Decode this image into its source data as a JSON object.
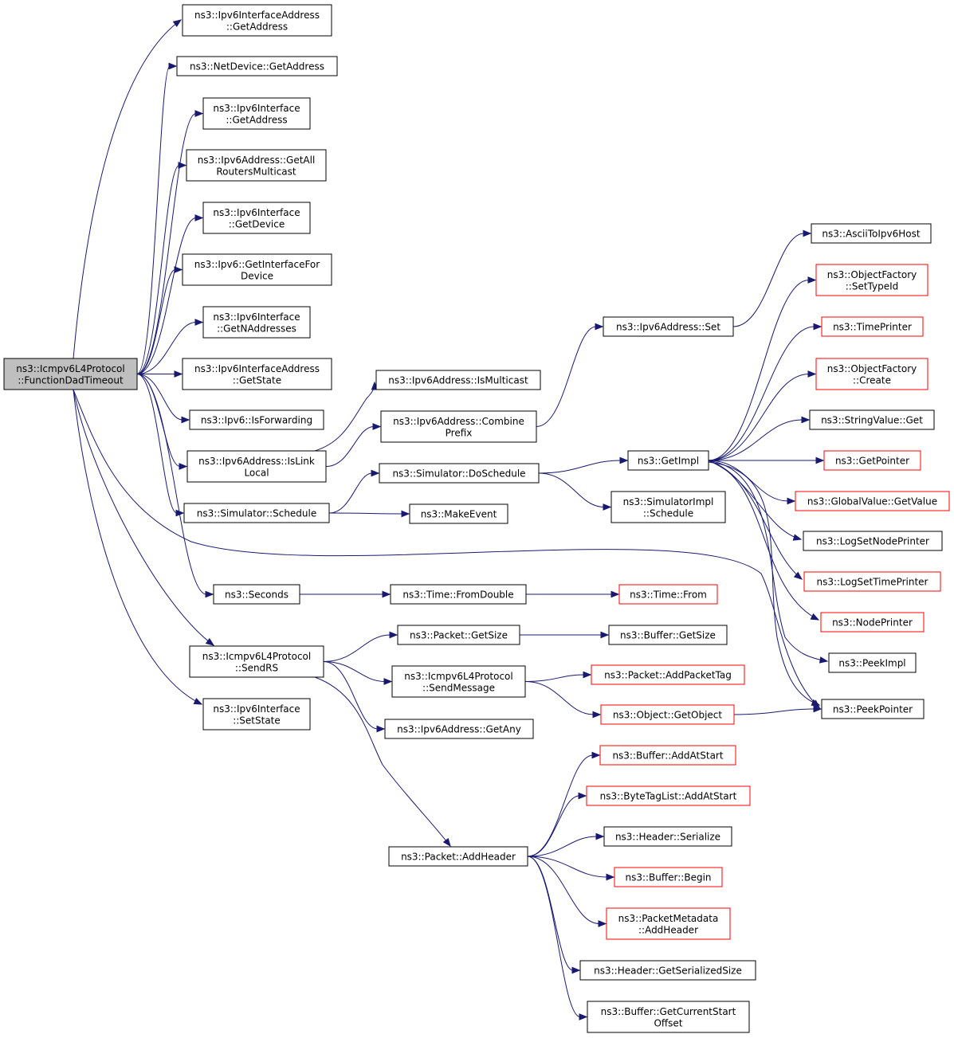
{
  "colors": {
    "edge": "#191970",
    "border_default": "#000000",
    "border_truncated": "#ff0000",
    "root_fill": "#bfbfbf",
    "node_fill": "#ffffff"
  },
  "nodes": [
    {
      "id": "root",
      "lines": [
        "ns3::Icmpv6L4Protocol",
        "::FunctionDadTimeout"
      ],
      "style": "root"
    },
    {
      "id": "ipv6ifaddr_getaddress",
      "lines": [
        "ns3::Ipv6InterfaceAddress",
        "::GetAddress"
      ],
      "style": "normal"
    },
    {
      "id": "netdevice_getaddress",
      "lines": [
        "ns3::NetDevice::GetAddress"
      ],
      "style": "normal"
    },
    {
      "id": "ipv6if_getaddress",
      "lines": [
        "ns3::Ipv6Interface",
        "::GetAddress"
      ],
      "style": "normal"
    },
    {
      "id": "ipv6addr_getallrouters",
      "lines": [
        "ns3::Ipv6Address::GetAll",
        "RoutersMulticast"
      ],
      "style": "normal"
    },
    {
      "id": "ipv6if_getdevice",
      "lines": [
        "ns3::Ipv6Interface",
        "::GetDevice"
      ],
      "style": "normal"
    },
    {
      "id": "ipv6_getinterfacefordevice",
      "lines": [
        "ns3::Ipv6::GetInterfaceFor",
        "Device"
      ],
      "style": "normal"
    },
    {
      "id": "ipv6if_getnaddresses",
      "lines": [
        "ns3::Ipv6Interface",
        "::GetNAddresses"
      ],
      "style": "normal"
    },
    {
      "id": "ipv6ifaddr_getstate",
      "lines": [
        "ns3::Ipv6InterfaceAddress",
        "::GetState"
      ],
      "style": "normal"
    },
    {
      "id": "ipv6_isforwarding",
      "lines": [
        "ns3::Ipv6::IsForwarding"
      ],
      "style": "normal"
    },
    {
      "id": "ipv6addr_islinklocal",
      "lines": [
        "ns3::Ipv6Address::IsLink",
        "Local"
      ],
      "style": "normal"
    },
    {
      "id": "simulator_schedule",
      "lines": [
        "ns3::Simulator::Schedule"
      ],
      "style": "normal"
    },
    {
      "id": "seconds",
      "lines": [
        "ns3::Seconds"
      ],
      "style": "normal"
    },
    {
      "id": "sendrs",
      "lines": [
        "ns3::Icmpv6L4Protocol",
        "::SendRS"
      ],
      "style": "normal"
    },
    {
      "id": "ipv6if_setstate",
      "lines": [
        "ns3::Ipv6Interface",
        "::SetState"
      ],
      "style": "normal"
    },
    {
      "id": "ipv6addr_ismulticast",
      "lines": [
        "ns3::Ipv6Address::IsMulticast"
      ],
      "style": "normal"
    },
    {
      "id": "ipv6addr_combineprefix",
      "lines": [
        "ns3::Ipv6Address::Combine",
        "Prefix"
      ],
      "style": "normal"
    },
    {
      "id": "simulator_doschedule",
      "lines": [
        "ns3::Simulator::DoSchedule"
      ],
      "style": "normal"
    },
    {
      "id": "makeevent",
      "lines": [
        "ns3::MakeEvent"
      ],
      "style": "normal"
    },
    {
      "id": "time_fromdouble",
      "lines": [
        "ns3::Time::FromDouble"
      ],
      "style": "normal"
    },
    {
      "id": "packet_getsize",
      "lines": [
        "ns3::Packet::GetSize"
      ],
      "style": "normal"
    },
    {
      "id": "sendmessage",
      "lines": [
        "ns3::Icmpv6L4Protocol",
        "::SendMessage"
      ],
      "style": "normal"
    },
    {
      "id": "ipv6addr_getany",
      "lines": [
        "ns3::Ipv6Address::GetAny"
      ],
      "style": "normal"
    },
    {
      "id": "packet_addheader",
      "lines": [
        "ns3::Packet::AddHeader"
      ],
      "style": "normal"
    },
    {
      "id": "ipv6addr_set",
      "lines": [
        "ns3::Ipv6Address::Set"
      ],
      "style": "normal"
    },
    {
      "id": "getimpl",
      "lines": [
        "ns3::GetImpl"
      ],
      "style": "normal"
    },
    {
      "id": "simimpl_schedule",
      "lines": [
        "ns3::SimulatorImpl",
        "::Schedule"
      ],
      "style": "normal"
    },
    {
      "id": "time_from",
      "lines": [
        "ns3::Time::From"
      ],
      "style": "truncated"
    },
    {
      "id": "buffer_getsize",
      "lines": [
        "ns3::Buffer::GetSize"
      ],
      "style": "normal"
    },
    {
      "id": "packet_addpackettag",
      "lines": [
        "ns3::Packet::AddPacketTag"
      ],
      "style": "truncated"
    },
    {
      "id": "object_getobject",
      "lines": [
        "ns3::Object::GetObject"
      ],
      "style": "truncated"
    },
    {
      "id": "buffer_addatstart",
      "lines": [
        "ns3::Buffer::AddAtStart"
      ],
      "style": "truncated"
    },
    {
      "id": "bytetaglist_addatstart",
      "lines": [
        "ns3::ByteTagList::AddAtStart"
      ],
      "style": "truncated"
    },
    {
      "id": "header_serialize",
      "lines": [
        "ns3::Header::Serialize"
      ],
      "style": "normal"
    },
    {
      "id": "buffer_begin",
      "lines": [
        "ns3::Buffer::Begin"
      ],
      "style": "truncated"
    },
    {
      "id": "packetmetadata_addheader",
      "lines": [
        "ns3::PacketMetadata",
        "::AddHeader"
      ],
      "style": "truncated"
    },
    {
      "id": "header_getserializedsize",
      "lines": [
        "ns3::Header::GetSerializedSize"
      ],
      "style": "normal"
    },
    {
      "id": "buffer_getcurrentstartoffset",
      "lines": [
        "ns3::Buffer::GetCurrentStart",
        "Offset"
      ],
      "style": "normal"
    },
    {
      "id": "asciitoipv6host",
      "lines": [
        "ns3::AsciiToIpv6Host"
      ],
      "style": "normal"
    },
    {
      "id": "objectfactory_settypeid",
      "lines": [
        "ns3::ObjectFactory",
        "::SetTypeId"
      ],
      "style": "truncated"
    },
    {
      "id": "timeprinter",
      "lines": [
        "ns3::TimePrinter"
      ],
      "style": "truncated"
    },
    {
      "id": "objectfactory_create",
      "lines": [
        "ns3::ObjectFactory",
        "::Create"
      ],
      "style": "truncated"
    },
    {
      "id": "stringvalue_get",
      "lines": [
        "ns3::StringValue::Get"
      ],
      "style": "normal"
    },
    {
      "id": "getpointer",
      "lines": [
        "ns3::GetPointer"
      ],
      "style": "truncated"
    },
    {
      "id": "globalvalue_getvalue",
      "lines": [
        "ns3::GlobalValue::GetValue"
      ],
      "style": "truncated"
    },
    {
      "id": "logsetnodeprinter",
      "lines": [
        "ns3::LogSetNodePrinter"
      ],
      "style": "normal"
    },
    {
      "id": "logsettimeprinter",
      "lines": [
        "ns3::LogSetTimePrinter"
      ],
      "style": "truncated"
    },
    {
      "id": "nodeprinter",
      "lines": [
        "ns3::NodePrinter"
      ],
      "style": "truncated"
    },
    {
      "id": "peekimpl",
      "lines": [
        "ns3::PeekImpl"
      ],
      "style": "normal"
    },
    {
      "id": "peekpointer",
      "lines": [
        "ns3::PeekPointer"
      ],
      "style": "normal"
    }
  ],
  "edges": [
    {
      "from": "root",
      "to": "ipv6ifaddr_getaddress"
    },
    {
      "from": "root",
      "to": "netdevice_getaddress"
    },
    {
      "from": "root",
      "to": "ipv6if_getaddress"
    },
    {
      "from": "root",
      "to": "ipv6addr_getallrouters"
    },
    {
      "from": "root",
      "to": "ipv6if_getdevice"
    },
    {
      "from": "root",
      "to": "ipv6_getinterfacefordevice"
    },
    {
      "from": "root",
      "to": "ipv6if_getnaddresses"
    },
    {
      "from": "root",
      "to": "ipv6ifaddr_getstate"
    },
    {
      "from": "root",
      "to": "ipv6_isforwarding"
    },
    {
      "from": "root",
      "to": "ipv6addr_islinklocal"
    },
    {
      "from": "root",
      "to": "simulator_schedule"
    },
    {
      "from": "root",
      "to": "peekpointer"
    },
    {
      "from": "root",
      "to": "seconds"
    },
    {
      "from": "root",
      "to": "sendrs"
    },
    {
      "from": "root",
      "to": "ipv6if_setstate"
    },
    {
      "from": "ipv6addr_islinklocal",
      "to": "ipv6addr_ismulticast"
    },
    {
      "from": "ipv6addr_islinklocal",
      "to": "ipv6addr_combineprefix"
    },
    {
      "from": "ipv6addr_combineprefix",
      "to": "ipv6addr_set"
    },
    {
      "from": "ipv6addr_set",
      "to": "asciitoipv6host"
    },
    {
      "from": "simulator_schedule",
      "to": "simulator_doschedule"
    },
    {
      "from": "simulator_schedule",
      "to": "makeevent"
    },
    {
      "from": "simulator_doschedule",
      "to": "getimpl"
    },
    {
      "from": "simulator_doschedule",
      "to": "simimpl_schedule"
    },
    {
      "from": "getimpl",
      "to": "objectfactory_settypeid"
    },
    {
      "from": "getimpl",
      "to": "timeprinter"
    },
    {
      "from": "getimpl",
      "to": "objectfactory_create"
    },
    {
      "from": "getimpl",
      "to": "stringvalue_get"
    },
    {
      "from": "getimpl",
      "to": "getpointer"
    },
    {
      "from": "getimpl",
      "to": "globalvalue_getvalue"
    },
    {
      "from": "getimpl",
      "to": "logsetnodeprinter"
    },
    {
      "from": "getimpl",
      "to": "logsettimeprinter"
    },
    {
      "from": "getimpl",
      "to": "nodeprinter"
    },
    {
      "from": "getimpl",
      "to": "peekimpl"
    },
    {
      "from": "getimpl",
      "to": "peekpointer"
    },
    {
      "from": "seconds",
      "to": "time_fromdouble"
    },
    {
      "from": "time_fromdouble",
      "to": "time_from"
    },
    {
      "from": "sendrs",
      "to": "packet_getsize"
    },
    {
      "from": "sendrs",
      "to": "sendmessage"
    },
    {
      "from": "sendrs",
      "to": "ipv6addr_getany"
    },
    {
      "from": "sendrs",
      "to": "packet_addheader"
    },
    {
      "from": "packet_getsize",
      "to": "buffer_getsize"
    },
    {
      "from": "sendmessage",
      "to": "packet_addpackettag"
    },
    {
      "from": "sendmessage",
      "to": "object_getobject"
    },
    {
      "from": "object_getobject",
      "to": "peekpointer"
    },
    {
      "from": "packet_addheader",
      "to": "buffer_addatstart"
    },
    {
      "from": "packet_addheader",
      "to": "bytetaglist_addatstart"
    },
    {
      "from": "packet_addheader",
      "to": "header_serialize"
    },
    {
      "from": "packet_addheader",
      "to": "buffer_begin"
    },
    {
      "from": "packet_addheader",
      "to": "packetmetadata_addheader"
    },
    {
      "from": "packet_addheader",
      "to": "header_getserializedsize"
    },
    {
      "from": "packet_addheader",
      "to": "buffer_getcurrentstartoffset"
    }
  ]
}
